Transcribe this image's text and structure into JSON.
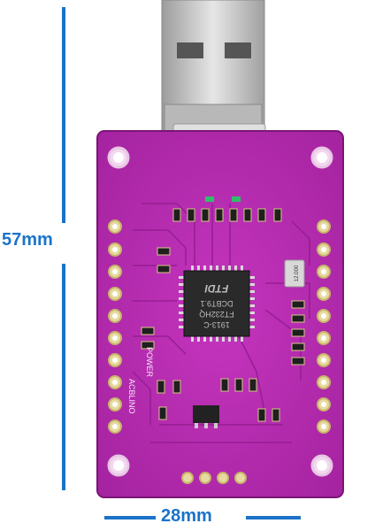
{
  "dimensions": {
    "height_label": "57mm",
    "width_label": "28mm"
  },
  "chip": {
    "brand": "FTDI",
    "model": "FT232HQ",
    "lot": "DCBT9.1",
    "date_code": "1913-C"
  },
  "board_silk": {
    "left_text": "ACBLINO",
    "left_text2": "POWER"
  },
  "crystal_label": "12.000",
  "colors": {
    "pcb": "#b62bb0",
    "pcb_dark": "#8e1a8a",
    "accent": "#1a73c9",
    "metal": "#c9c9c9",
    "chip": "#2a2a2a"
  }
}
